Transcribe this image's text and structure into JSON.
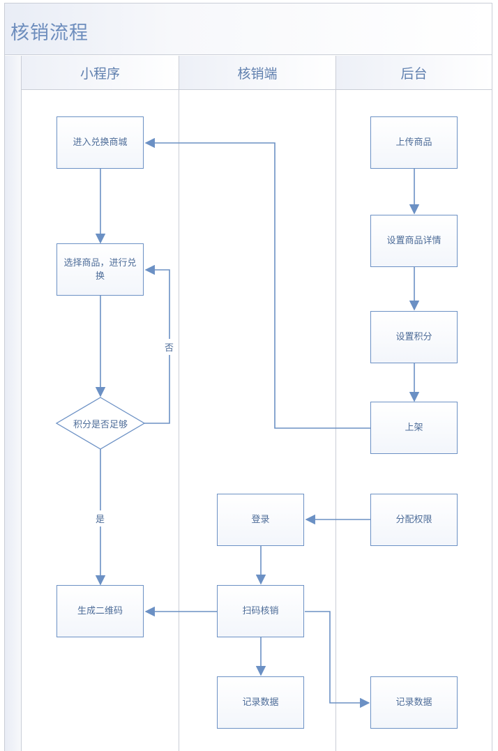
{
  "title": "核销流程",
  "lanes": [
    {
      "label": "小程序"
    },
    {
      "label": "核销端"
    },
    {
      "label": "后台"
    }
  ],
  "nodes": {
    "enter_mall": "进入兑换商城",
    "select_goods": "选择商品，进行兑换",
    "points_enough": "积分是否足够",
    "gen_qrcode": "生成二维码",
    "login": "登录",
    "scan_verify": "扫码核销",
    "record_data_mid": "记录数据",
    "upload_goods": "上传商品",
    "set_details": "设置商品详情",
    "set_points": "设置积分",
    "shelve": "上架",
    "assign_perm": "分配权限",
    "record_data_right": "记录数据"
  },
  "edge_labels": {
    "no": "否",
    "yes": "是"
  },
  "colors": {
    "accent": "#6b90c4",
    "text": "#4d6c98",
    "title": "#6d8dbd",
    "border": "#c9cdd6"
  }
}
